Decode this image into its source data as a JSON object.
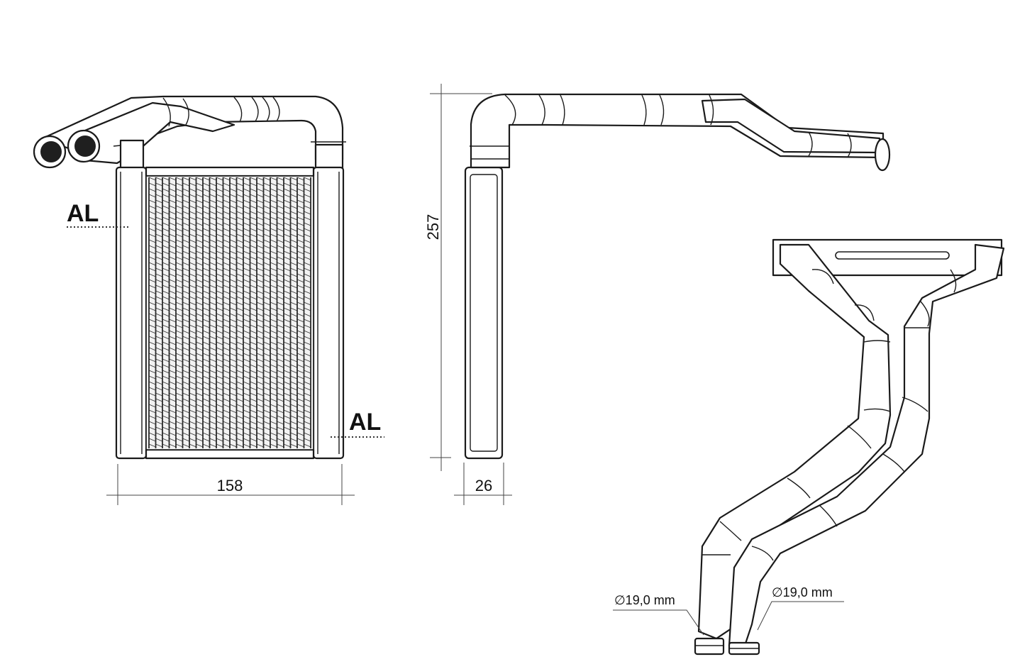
{
  "drawing": {
    "material_label_top": "AL",
    "material_label_bottom": "AL",
    "width_dimension": "158",
    "height_dimension": "257",
    "depth_dimension": "26",
    "pipe_diameter_left": "∅19,0 mm",
    "pipe_diameter_right": "∅19,0 mm",
    "line_color": "#1a1a1a",
    "fin_color": "#2a2a2a"
  }
}
